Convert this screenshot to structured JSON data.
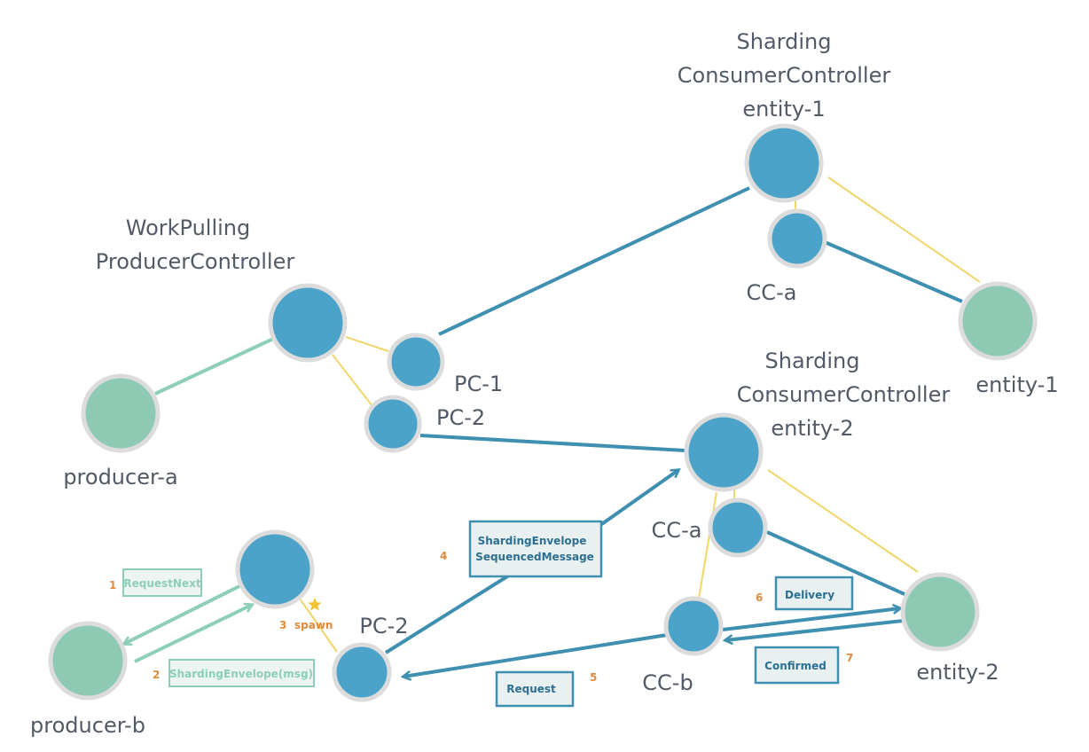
{
  "colors": {
    "blue_node": "#4ba3c9",
    "green_node": "#8ec9b4",
    "node_border": "#dcdcdc",
    "blue_line": "#3e8fb0",
    "green_line": "#8ccfb6",
    "yellow_line": "#f0d66a",
    "label": "#515a66",
    "step_number": "#e08a3c",
    "blue_text": "#2d6f91",
    "green_text": "#8ccfb6",
    "box_fill": "#e8f0f0",
    "star": "#f2c232"
  },
  "labels": {
    "sharding_1_l1": "Sharding",
    "sharding_1_l2": "ConsumerController",
    "sharding_1_l3": "entity-1",
    "workpulling_l1": "WorkPulling",
    "workpulling_l2": "ProducerController",
    "cc_a_top": "CC-a",
    "entity_1": "entity-1",
    "pc_1": "PC-1",
    "pc_2_top": "PC-2",
    "producer_a": "producer-a",
    "sharding_2_l1": "Sharding",
    "sharding_2_l2": "ConsumerController",
    "sharding_2_l3": "entity-2",
    "cc_a_bottom": "CC-a",
    "pc_2_bottom": "PC-2",
    "cc_b": "CC-b",
    "entity_2": "entity-2",
    "producer_b": "producer-b"
  },
  "messages": {
    "request_next": "RequestNext",
    "sharding_envelope_msg": "ShardingEnvelope(msg)",
    "spawn": "spawn",
    "sharding_envelope_l1": "ShardingEnvelope",
    "sharding_envelope_l2": "SequencedMessage",
    "request": "Request",
    "delivery": "Delivery",
    "confirmed": "Confirmed"
  },
  "steps": {
    "s1": "1",
    "s2": "2",
    "s3": "3",
    "s4": "4",
    "s5": "5",
    "s6": "6",
    "s7": "7"
  },
  "icons": {
    "star": "star-icon"
  }
}
